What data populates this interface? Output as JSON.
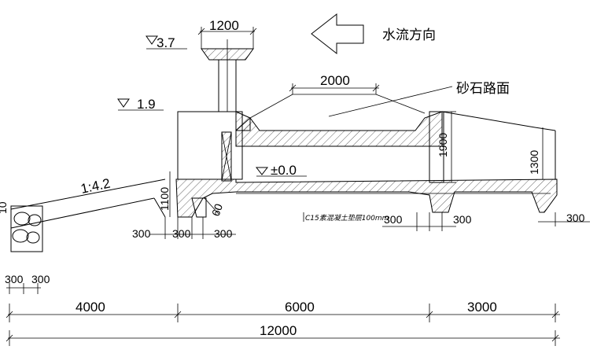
{
  "labels": {
    "flow_direction": "水流方向",
    "road_surface": "砂石路面",
    "slope": "1:4.2",
    "concrete_note": "C15素混凝土垫层100mm",
    "elev_top": "3.7",
    "elev_mid": "1.9",
    "elev_zero": "±0.0",
    "left_edge": "10"
  },
  "dimensions": {
    "top_width": "1200",
    "road_width": "2000",
    "h_1100": "1100",
    "h_60": "60",
    "h_1900": "1900",
    "h_1300": "1300",
    "w_300_a": "300",
    "w_300_b": "300",
    "w_300_c": "300",
    "w_300_d": "300",
    "w_300_e": "300",
    "w_300_f": "300",
    "w_300_g": "300",
    "w_300_h": "300",
    "span_4000": "4000",
    "span_6000": "6000",
    "span_3000": "3000",
    "total_12000": "12000"
  }
}
